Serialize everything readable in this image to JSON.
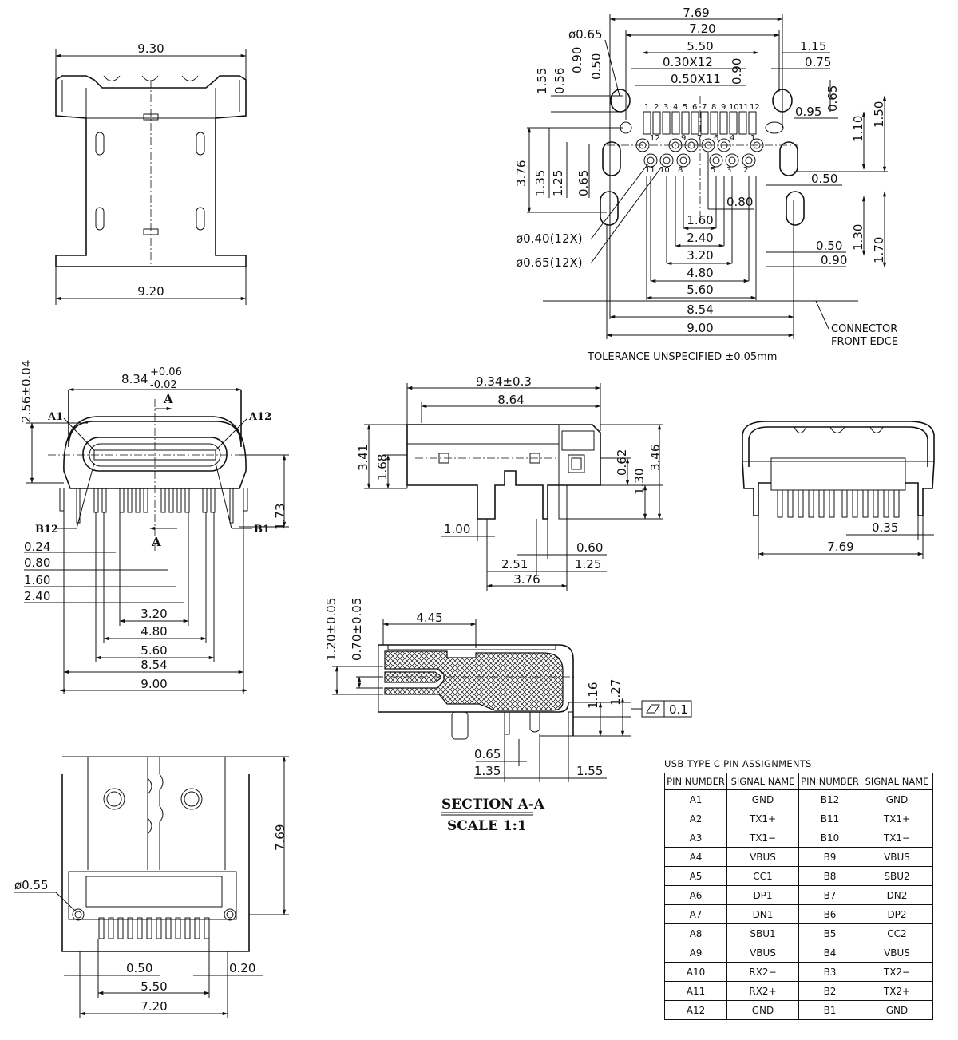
{
  "top_left_view": {
    "width_top": "9.30",
    "width_bottom": "9.20"
  },
  "footprint_view": {
    "dims_top": [
      "7.69",
      "7.20",
      "5.50",
      "0.30X12",
      "0.50X11"
    ],
    "dims_right": [
      "1.15",
      "0.75",
      "0.65",
      "0.95",
      "1.10",
      "1.50",
      "0.50",
      "0.50",
      "0.90",
      "1.30",
      "1.70"
    ],
    "dims_left": [
      "ø0.65",
      "0.90",
      "0.50",
      "1.55",
      "0.56",
      "0.90",
      "3.76",
      "1.35",
      "1.25",
      "0.65"
    ],
    "dims_bottom": [
      "0.80",
      "1.60",
      "2.40",
      "3.20",
      "4.80",
      "5.60",
      "8.54",
      "9.00"
    ],
    "hole_labels": [
      "ø0.40(12X)",
      "ø0.65(12X)"
    ],
    "pad_numbers": [
      "1",
      "2",
      "3",
      "4",
      "5",
      "6",
      "7",
      "8",
      "9",
      "10",
      "11",
      "12"
    ],
    "hole_numbers_top": [
      "12",
      "9",
      "7",
      "6",
      "4",
      "1"
    ],
    "hole_numbers_bottom": [
      "11",
      "10",
      "8",
      "5",
      "3",
      "2"
    ],
    "connector_label": [
      "CONNECTOR",
      "FRONT EDCE"
    ],
    "tolerance": "TOLERANCE UNSPECIFIED ±0.05mm"
  },
  "front_view": {
    "width": "8.34",
    "width_tol_plus": "+0.06",
    "width_tol_minus": "-0.02",
    "height": "2.56±0.04",
    "pin_labels": [
      "A1",
      "A12",
      "B12",
      "B1"
    ],
    "section_mark": "A",
    "dim_right": "1.73",
    "dims": [
      "0.24",
      "0.80",
      "1.60",
      "2.40",
      "3.20",
      "4.80",
      "5.60",
      "8.54",
      "9.00"
    ]
  },
  "side_view": {
    "dims": [
      "9.34±0.3",
      "8.64",
      "3.41",
      "1.68",
      "0.62",
      "1.30",
      "3.46",
      "1.00",
      "0.60",
      "2.51",
      "1.25",
      "3.76"
    ]
  },
  "rear_view": {
    "dims": [
      "0.35",
      "7.69"
    ]
  },
  "section_view": {
    "dims": [
      "4.45",
      "1.20±0.05",
      "0.70±0.05",
      "1.16",
      "1.27",
      "0.65",
      "1.35",
      "1.55"
    ],
    "flatness_value": "0.1",
    "title": "SECTION A-A",
    "scale": "SCALE 1:1"
  },
  "bottom_view": {
    "dims": [
      "ø0.55",
      "7.69",
      "0.50",
      "0.20",
      "5.50",
      "7.20"
    ]
  },
  "pin_table": {
    "title": "USB TYPE C PIN ASSIGNMENTS",
    "headers": [
      "PIN NUMBER",
      "SIGNAL NAME",
      "PIN NUMBER",
      "SIGNAL NAME"
    ],
    "rows": [
      [
        "A1",
        "GND",
        "B12",
        "GND"
      ],
      [
        "A2",
        "TX1+",
        "B11",
        "TX1+"
      ],
      [
        "A3",
        "TX1−",
        "B10",
        "TX1−"
      ],
      [
        "A4",
        "VBUS",
        "B9",
        "VBUS"
      ],
      [
        "A5",
        "CC1",
        "B8",
        "SBU2"
      ],
      [
        "A6",
        "DP1",
        "B7",
        "DN2"
      ],
      [
        "A7",
        "DN1",
        "B6",
        "DP2"
      ],
      [
        "A8",
        "SBU1",
        "B5",
        "CC2"
      ],
      [
        "A9",
        "VBUS",
        "B4",
        "VBUS"
      ],
      [
        "A10",
        "RX2−",
        "B3",
        "TX2−"
      ],
      [
        "A11",
        "RX2+",
        "B2",
        "TX2+"
      ],
      [
        "A12",
        "GND",
        "B1",
        "GND"
      ]
    ]
  }
}
